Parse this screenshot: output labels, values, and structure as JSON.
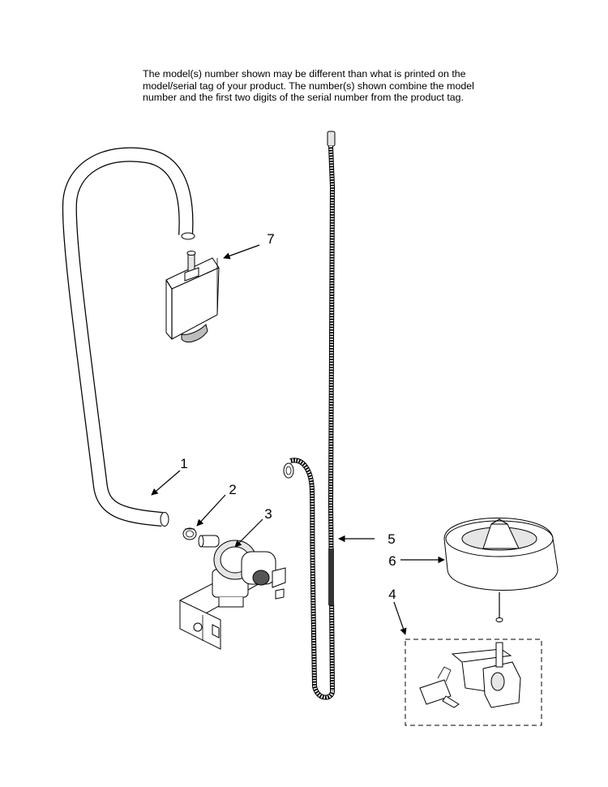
{
  "note": {
    "line1": "The model(s) number shown may be different than what is printed on the",
    "line2": "model/serial tag of your product. The number(s) shown combine the model",
    "line3": "number and the first two digits of the serial number from the product tag."
  },
  "callouts": {
    "c1": "1",
    "c2": "2",
    "c3": "3",
    "c4": "4",
    "c5": "5",
    "c6": "6",
    "c7": "7"
  }
}
